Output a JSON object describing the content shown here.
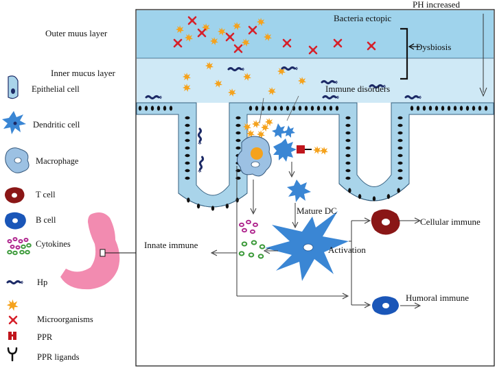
{
  "top": {
    "ph_label": "PH increased",
    "outer_mucus": "Outer muus layer",
    "inner_mucus": "Inner mucus layer",
    "bacteria_ectopic": "Bacteria ectopic",
    "dysbiosis": "Dysbiosis",
    "immune_disorders": "Immune disorders"
  },
  "flow": {
    "mature_dc": "Mature DC",
    "innate_immune": "Innate immune",
    "activation": "Activation",
    "cellular_immune": "Cellular immune",
    "humoral_immune": "Humoral immune"
  },
  "legend": {
    "epithelial_cell": "Epithelial cell",
    "dendritic_cell": "Dendritic cell",
    "macrophage": "Macrophage",
    "t_cell": "T cell",
    "b_cell": "B cell",
    "cytokines": "Cytokines",
    "hp": "Hp",
    "microorganisms": "Microorganisms",
    "ppr": "PPR",
    "ppr_ligands": "PPR ligands"
  },
  "colors": {
    "outer_mucus": "#9fd3ec",
    "inner_mucus": "#cfe9f6",
    "epithelium": "#a9d4ea",
    "dendritic": "#3a86d4",
    "macrophage": "#9cc1e3",
    "t_cell": "#8a1616",
    "b_cell": "#1a56b8",
    "microorganism": "#f5a21c",
    "red_microbe": "#d6202a",
    "hp": "#1c2a66",
    "stomach": "#f28bb0"
  }
}
